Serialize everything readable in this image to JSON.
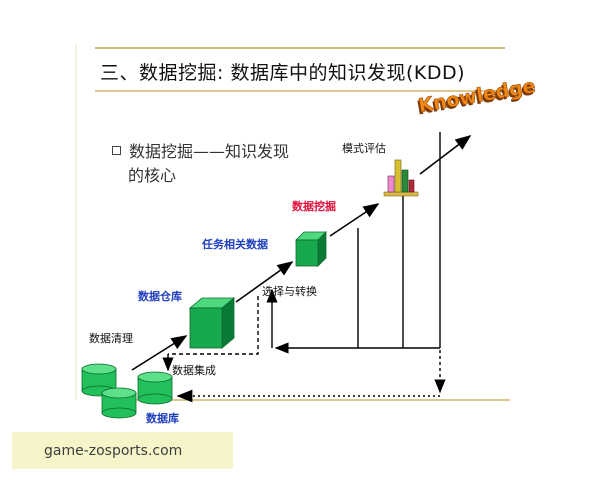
{
  "slide": {
    "title": "三、数据挖掘: 数据库中的知识发现(KDD)",
    "bullet_line1": "数据挖掘——知识发现",
    "bullet_line2": "的核心"
  },
  "diagram": {
    "knowledge": "Knowledge",
    "labels": {
      "mode_eval": "模式评估",
      "data_mining": "数据挖掘",
      "task_data": "任务相关数据",
      "data_warehouse": "数据仓库",
      "select_transform": "选择与转换",
      "data_cleaning": "数据清理",
      "data_integration": "数据集成",
      "database": "数据库"
    }
  },
  "watermark": {
    "text": "game-zosports.com"
  },
  "colors": {
    "cube_front": "#18a84e",
    "cube_top": "#4fd97f",
    "cube_side": "#0b7a36",
    "db_cyl": "#22c05a",
    "line": "#000000",
    "rule_gold": "#c8a84a",
    "knowledge": "#e07a10"
  }
}
